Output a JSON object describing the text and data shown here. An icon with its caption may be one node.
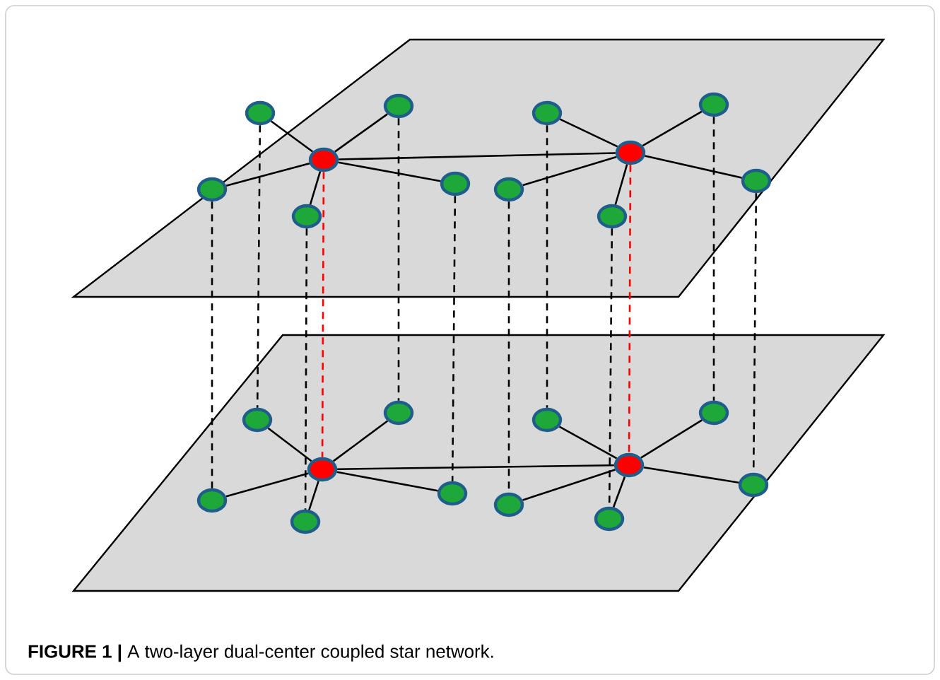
{
  "diagram": {
    "caption": "**FIGURE 1 |** A two-layer dual-center coupled star network.",
    "nodes": [
      {
        "text": [],
        "shape": "circle"
      },
      {
        "text": [],
        "shape": "circle"
      },
      {
        "text": [],
        "shape": "circle"
      },
      {
        "text": [],
        "shape": "circle"
      },
      {
        "text": [],
        "shape": "circle"
      },
      {
        "text": [],
        "shape": "circle"
      },
      {
        "text": [],
        "shape": "circle"
      },
      {
        "text": [],
        "shape": "circle"
      },
      {
        "text": [],
        "shape": "circle"
      },
      {
        "text": [],
        "shape": "circle"
      },
      {
        "text": [],
        "shape": "circle"
      },
      {
        "text": [],
        "shape": "circle"
      },
      {
        "text": [],
        "shape": "circle"
      },
      {
        "text": [],
        "shape": "circle"
      },
      {
        "text": [],
        "shape": "circle"
      },
      {
        "text": [],
        "shape": "circle"
      },
      {
        "text": [],
        "shape": "circle"
      },
      {
        "text": [],
        "shape": "circle"
      },
      {
        "text": [],
        "shape": "circle"
      },
      {
        "text": [],
        "shape": "circle"
      },
      {
        "text": [],
        "shape": "circle"
      },
      {
        "text": [],
        "shape": "circle"
      },
      {
        "text": [],
        "shape": "circle"
      },
      {
        "text": [],
        "shape": "circle"
      }
    ],
    "edges": [
      {
        "from": 0,
        "to": 1,
        "arrow": "none"
      },
      {
        "from": 0,
        "to": 2,
        "arrow": "none"
      },
      {
        "from": 0,
        "to": 3,
        "arrow": "none"
      },
      {
        "from": 0,
        "to": 4,
        "arrow": "none"
      },
      {
        "from": 0,
        "to": 5,
        "arrow": "none"
      },
      {
        "from": 0,
        "to": 6,
        "arrow": "none"
      },
      {
        "from": 6,
        "to": 7,
        "arrow": "none"
      },
      {
        "from": 6,
        "to": 8,
        "arrow": "none"
      },
      {
        "from": 6,
        "to": 9,
        "arrow": "none"
      },
      {
        "from": 6,
        "to": 10,
        "arrow": "none"
      },
      {
        "from": 6,
        "to": 11,
        "arrow": "none"
      },
      {
        "from": 12,
        "to": 13,
        "arrow": "none"
      },
      {
        "from": 12,
        "to": 14,
        "arrow": "none"
      },
      {
        "from": 12,
        "to": 15,
        "arrow": "none"
      },
      {
        "from": 12,
        "to": 16,
        "arrow": "none"
      },
      {
        "from": 12,
        "to": 17,
        "arrow": "none"
      },
      {
        "from": 12,
        "to": 18,
        "arrow": "none"
      },
      {
        "from": 18,
        "to": 19,
        "arrow": "none"
      },
      {
        "from": 18,
        "to": 20,
        "arrow": "none"
      },
      {
        "from": 18,
        "to": 21,
        "arrow": "none"
      },
      {
        "from": 18,
        "to": 22,
        "arrow": "none"
      },
      {
        "from": 18,
        "to": 23,
        "arrow": "none"
      },
      {
        "from": 0,
        "to": 12,
        "arrow": "none",
        "style": "dashed",
        "color": "#ff0000"
      },
      {
        "from": 1,
        "to": 13,
        "arrow": "none",
        "style": "dashed"
      },
      {
        "from": 2,
        "to": 14,
        "arrow": "none",
        "style": "dashed"
      },
      {
        "from": 3,
        "to": 15,
        "arrow": "none",
        "style": "dashed"
      },
      {
        "from": 4,
        "to": 16,
        "arrow": "none",
        "style": "dashed"
      },
      {
        "from": 5,
        "to": 17,
        "arrow": "none",
        "style": "dashed"
      },
      {
        "from": 6,
        "to": 18,
        "arrow": "none",
        "style": "dashed",
        "color": "#ff0000"
      },
      {
        "from": 7,
        "to": 19,
        "arrow": "none",
        "style": "dashed"
      },
      {
        "from": 8,
        "to": 20,
        "arrow": "none",
        "style": "dashed"
      },
      {
        "from": 9,
        "to": 21,
        "arrow": "none",
        "style": "dashed"
      },
      {
        "from": 10,
        "to": 22,
        "arrow": "none",
        "style": "dashed"
      },
      {
        "from": 11,
        "to": 23,
        "arrow": "none",
        "style": "dashed"
      }
    ]
  }
}
